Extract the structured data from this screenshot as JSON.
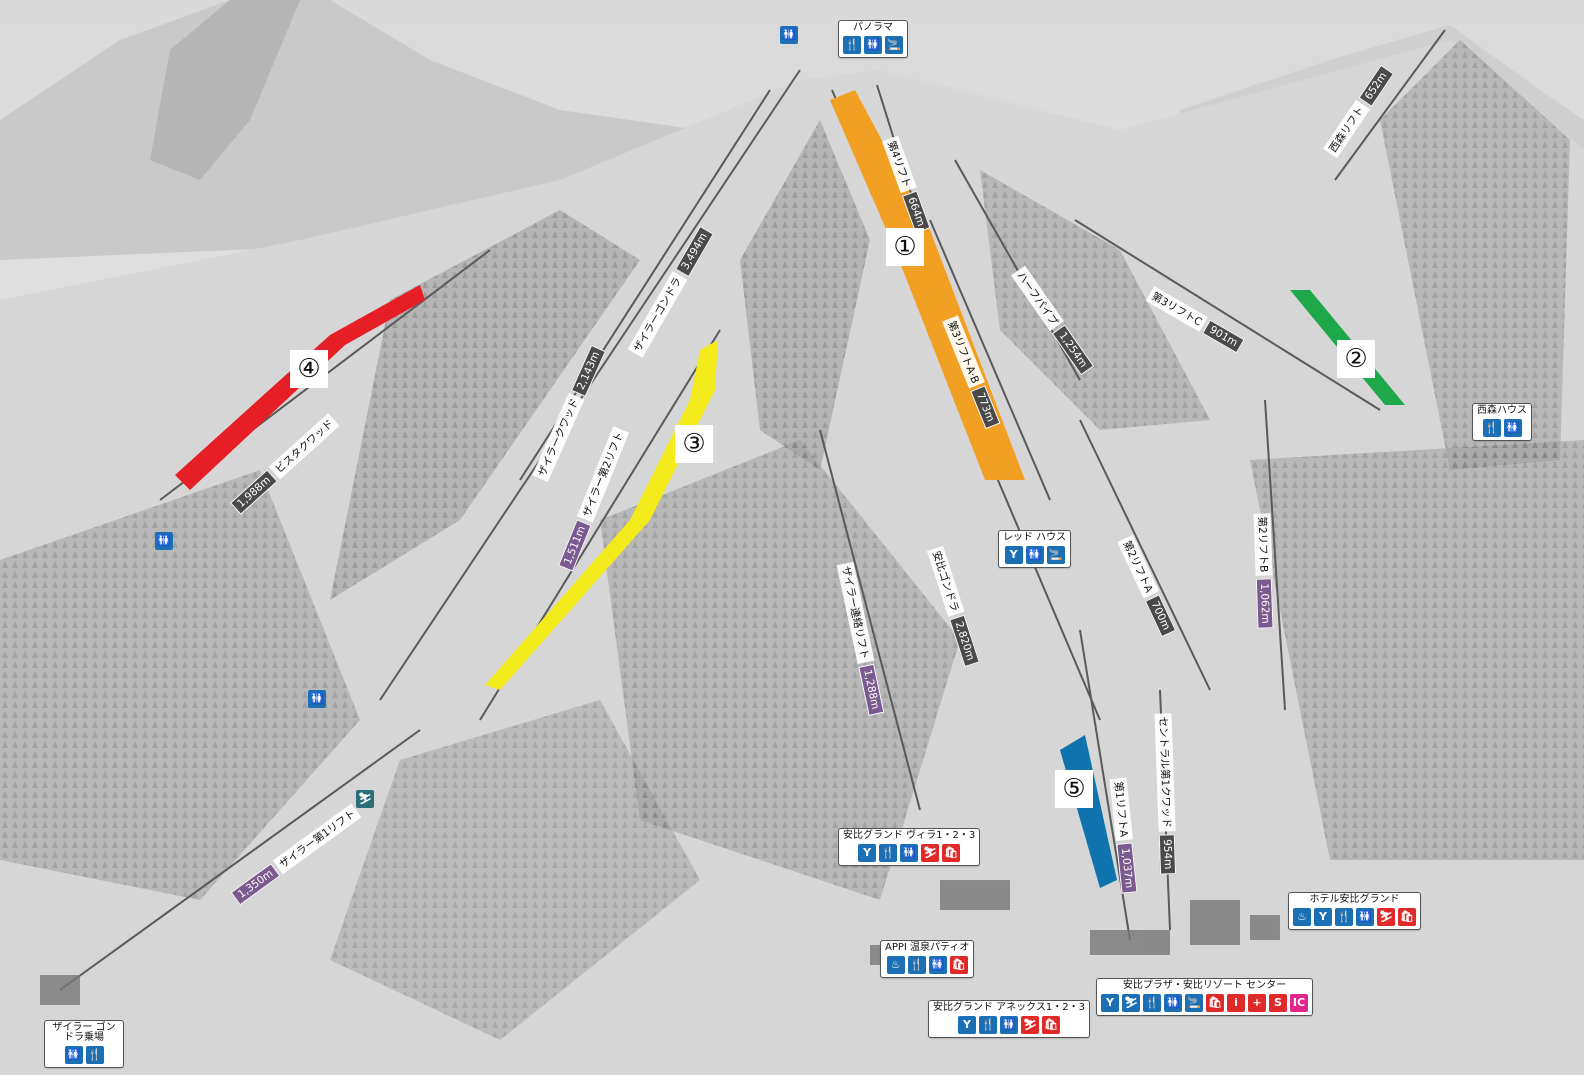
{
  "facilities": [
    {
      "name": "パノラマ",
      "icons": [
        "restaurant",
        "toilet",
        "smoking"
      ]
    },
    {
      "name": "西森ハウス",
      "icons": [
        "restaurant",
        "toilet"
      ]
    },
    {
      "name": "レッド ハウス",
      "icons": [
        "meal",
        "toilet",
        "smoking"
      ]
    },
    {
      "name": "安比グランド ヴィラ1・2・3",
      "icons": [
        "meal",
        "restaurant",
        "toilet",
        "rental",
        "shop"
      ]
    },
    {
      "name": "ホテル安比グランド",
      "icons": [
        "onsen",
        "meal",
        "restaurant",
        "toilet",
        "rental",
        "shop"
      ]
    },
    {
      "name": "APPI 温泉パティオ",
      "icons": [
        "onsen",
        "restaurant",
        "toilet",
        "shop"
      ]
    },
    {
      "name": "安比グランド アネックス1・2・3",
      "icons": [
        "meal",
        "restaurant",
        "toilet",
        "rental",
        "shop"
      ]
    },
    {
      "name": "安比プラザ・安比リゾート センター",
      "icons": [
        "meal",
        "ski-school",
        "restaurant",
        "toilet",
        "smoking",
        "shop",
        "info",
        "first-aid",
        "ski-patrol",
        "ic-ticket"
      ]
    },
    {
      "name": "ザイラー ゴンドラ乗場",
      "icons": [
        "toilet",
        "restaurant"
      ]
    }
  ],
  "restroom_icons": [
    "toilet-1",
    "toilet-2",
    "toilet-3",
    "school-icon"
  ],
  "lifts": [
    {
      "name": "西森リフト",
      "length": "652m",
      "style": "gray"
    },
    {
      "name": "第4リフト",
      "length": "664m",
      "style": "gray"
    },
    {
      "name": "ザイラーゴンドラ",
      "length": "3,494m",
      "style": "gray"
    },
    {
      "name": "ハーフパイプ",
      "length": "1,254m",
      "style": "gray"
    },
    {
      "name": "第3リフトA·B",
      "length": "773m",
      "style": "gray"
    },
    {
      "name": "第3リフトC",
      "length": "901m",
      "style": "gray"
    },
    {
      "name": "ザイラークワッド",
      "length": "2,143m",
      "style": "gray"
    },
    {
      "name": "ビスタクワッド",
      "length": "1,988m",
      "style": "gray"
    },
    {
      "name": "ザイラー第2リフト",
      "length": "1,511m",
      "style": "purple"
    },
    {
      "name": "安比ゴンドラ",
      "length": "2,820m",
      "style": "gray"
    },
    {
      "name": "第2リフトA",
      "length": "700m",
      "style": "gray"
    },
    {
      "name": "第2リフトB",
      "length": "1,062m",
      "style": "purple"
    },
    {
      "name": "ザイラー連絡リフト",
      "length": "1,288m",
      "style": "purple"
    },
    {
      "name": "セントラル第1クワッド",
      "length": "954m",
      "style": "gray"
    },
    {
      "name": "第1リフトA",
      "length": "1,037m",
      "style": "purple"
    },
    {
      "name": "ザイラー第1リフト",
      "length": "1,350m",
      "style": "purple"
    }
  ],
  "courses": [
    {
      "number": "①",
      "color": "#f2a024"
    },
    {
      "number": "②",
      "color": "#1fa84a"
    },
    {
      "number": "③",
      "color": "#f3ea1c"
    },
    {
      "number": "④",
      "color": "#e61f26"
    },
    {
      "number": "⑤",
      "color": "#0f74ad"
    }
  ]
}
